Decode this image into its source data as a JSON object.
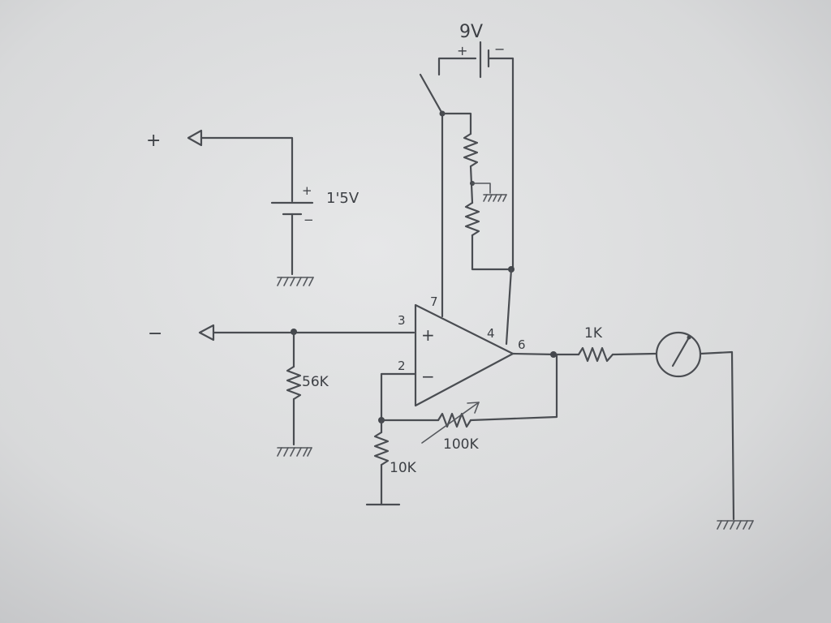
{
  "supply": {
    "label": "9V",
    "plus": "+",
    "minus": "−"
  },
  "battery_small": {
    "label": "1'5V",
    "plus": "+",
    "minus": "−"
  },
  "terminals": {
    "plus": "+",
    "minus": "−"
  },
  "opamp": {
    "plus_sign": "+",
    "minus_sign": "−",
    "pin_plus": "3",
    "pin_minus": "2",
    "pin_v_plus": "7",
    "pin_v_minus": "4",
    "pin_out": "6"
  },
  "resistors": {
    "r_input": "56K",
    "r_ground": "10K",
    "r_feedback": "100K",
    "r_output": "1K"
  },
  "colors": {
    "paper": "#d9dadb",
    "ink": "#4a4d52"
  }
}
